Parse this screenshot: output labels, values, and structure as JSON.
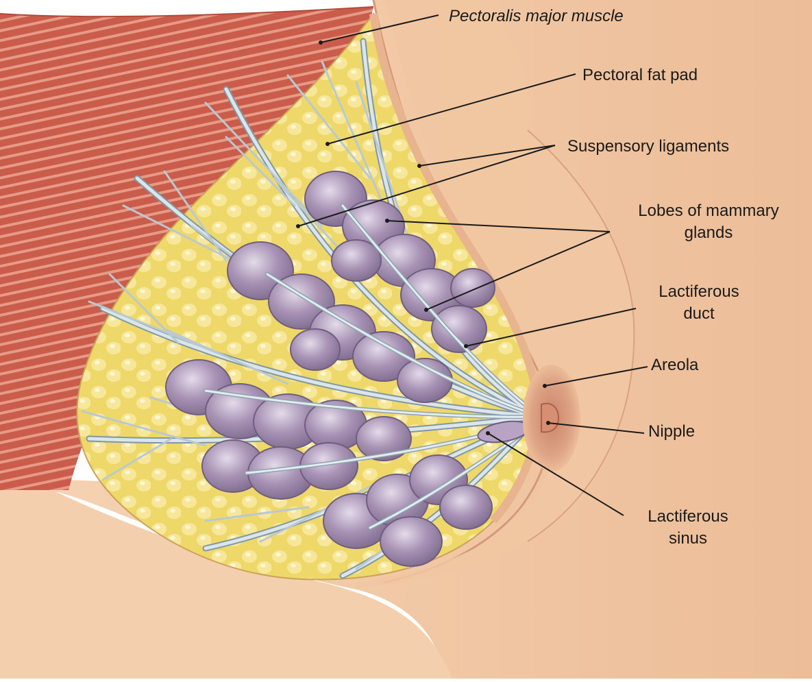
{
  "diagram": {
    "labels": {
      "pectoralis": "Pectoralis major muscle",
      "fat_pad": "Pectoral fat pad",
      "suspensory": "Suspensory ligaments",
      "lobes_line1": "Lobes of mammary",
      "lobes_line2": "glands",
      "duct_line1": "Lactiferous",
      "duct_line2": "duct",
      "areola": "Areola",
      "nipple": "Nipple",
      "sinus_line1": "Lactiferous",
      "sinus_line2": "sinus"
    },
    "colors": {
      "skin": "#f2c9a6",
      "skin_shadow": "#e2aa86",
      "muscle": "#c95c4a",
      "muscle_stripe": "#e79a86",
      "fat": "#f2e17a",
      "fat_highlight": "#fbf1b0",
      "gland": "#9d89aa",
      "gland_highlight": "#d9cee2",
      "duct": "#d8e2e8",
      "duct_outline": "#8ea3ad",
      "areola": "#d79b7d",
      "leader": "#1a1a1a"
    }
  }
}
